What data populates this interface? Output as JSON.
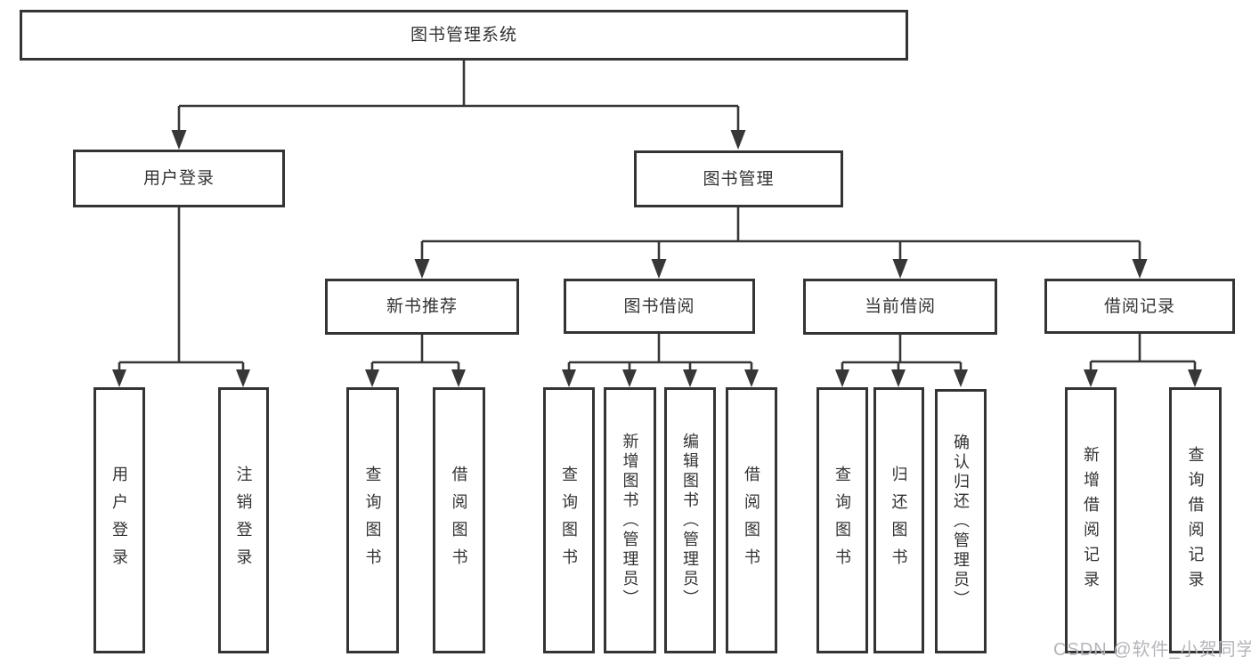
{
  "tree": {
    "root": "图书管理系统",
    "children": [
      {
        "label": "用户登录",
        "children": [
          {
            "label": "用户登录"
          },
          {
            "label": "注销登录"
          }
        ]
      },
      {
        "label": "图书管理",
        "children": [
          {
            "label": "新书推荐",
            "children": [
              {
                "label": "查询图书"
              },
              {
                "label": "借阅图书"
              }
            ]
          },
          {
            "label": "图书借阅",
            "children": [
              {
                "label": "查询图书"
              },
              {
                "label": "新增图书（管理员）"
              },
              {
                "label": "编辑图书（管理员）"
              },
              {
                "label": "借阅图书"
              }
            ]
          },
          {
            "label": "当前借阅",
            "children": [
              {
                "label": "查询图书"
              },
              {
                "label": "归还图书"
              },
              {
                "label": "确认归还（管理员）"
              }
            ]
          },
          {
            "label": "借阅记录",
            "children": [
              {
                "label": "新增借阅记录"
              },
              {
                "label": "查询借阅记录"
              }
            ]
          }
        ]
      }
    ]
  },
  "watermark": {
    "text": "CSDN @软件_小贺同学"
  },
  "colors": {
    "line": "#373737",
    "box_border": "#343434",
    "text": "#333333",
    "watermark": "#b5b5bb",
    "background": "#ffffff"
  }
}
